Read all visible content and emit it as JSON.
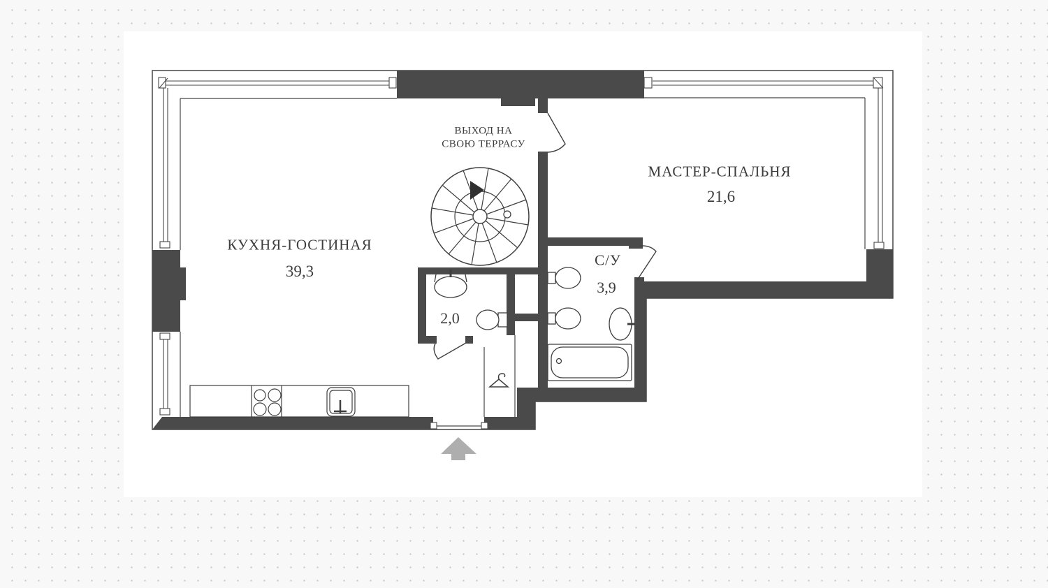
{
  "page": {
    "background_color": "#f8f8f8",
    "dot_color": "#c6c6c6",
    "canvas_color": "#ffffff"
  },
  "plan": {
    "wall_color": "#4a4a4a",
    "line_color": "#474747",
    "label_color": "#3c3c3c",
    "entrance_arrow_color": "#aeaeae",
    "rooms": [
      {
        "name": "КУХНЯ-ГОСТИНАЯ",
        "area": "39,3"
      },
      {
        "name": "МАСТЕР-СПАЛЬНЯ",
        "area": "21,6"
      },
      {
        "name": "С/У",
        "area": "3,9"
      },
      {
        "name": "",
        "area": "2,0"
      }
    ],
    "annotations": {
      "terrace_exit_line1": "ВЫХОД НА",
      "terrace_exit_line2": "СВОЮ ТЕРРАСУ"
    },
    "fixtures": [
      "spiral-staircase",
      "bathtub",
      "toilet",
      "toilet",
      "bathroom-sink",
      "wc-sink",
      "wc-toilet",
      "stove-4-burners",
      "kitchen-sink",
      "clothes-hanger",
      "entrance-arrow"
    ]
  }
}
